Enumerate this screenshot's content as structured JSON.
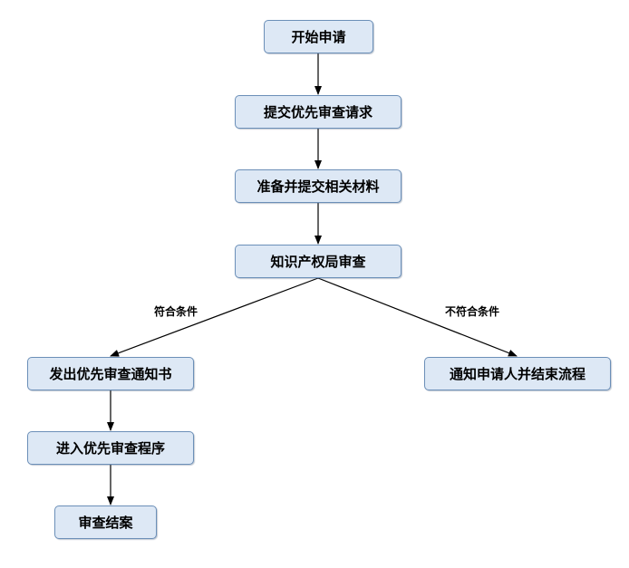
{
  "diagram": {
    "nodes": {
      "start": "开始申请",
      "submit_request": "提交优先审查请求",
      "prepare_materials": "准备并提交相关材料",
      "ip_office_review": "知识产权局审查",
      "issue_notice": "发出优先审查通知书",
      "notify_end": "通知申请人并结束流程",
      "enter_procedure": "进入优先审查程序",
      "review_closed": "审查结案"
    },
    "edge_labels": {
      "meets_conditions": "符合条件",
      "not_meets_conditions": "不符合条件"
    },
    "colors": {
      "node_fill": "#dde8f5",
      "node_border": "#6b8fb8",
      "arrow": "#000000"
    }
  }
}
